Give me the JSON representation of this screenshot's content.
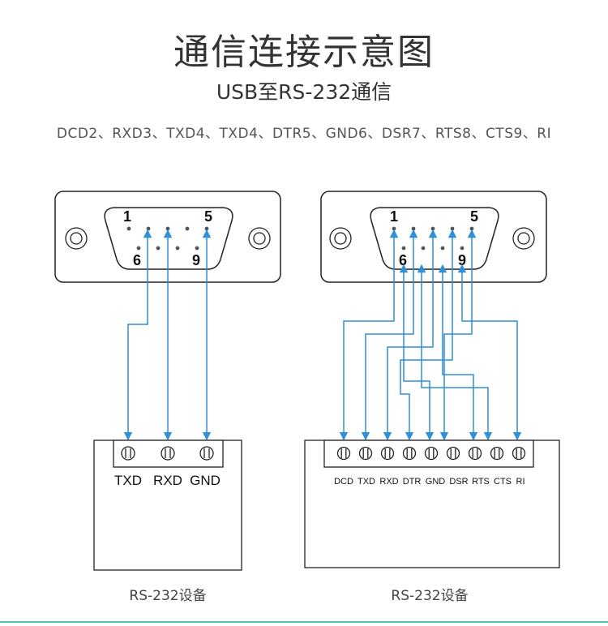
{
  "title": "通信连接示意图",
  "subtitle": "USB至RS-232通信",
  "pins_list": "DCD2、RXD3、TXD4、TXD4、DTR5、GND6、DSR7、RTS8、CTS9、RI",
  "left": {
    "pin_top_left": "1",
    "pin_top_right": "5",
    "pin_bottom_left": "6",
    "pin_bottom_right": "9",
    "terminals": [
      "TXD",
      "RXD",
      "GND"
    ],
    "device_label": "RS-232设备"
  },
  "right": {
    "pin_top_left": "1",
    "pin_top_right": "5",
    "pin_bottom_left": "6",
    "pin_bottom_right": "9",
    "terminals": [
      "DCD",
      "TXD",
      "RXD",
      "DTR",
      "GND",
      "DSR",
      "RTS",
      "CTS",
      "RI"
    ],
    "device_label": "RS-232设备"
  },
  "colors": {
    "wire": "#2f8fd8",
    "outline": "#222222",
    "accent_line": "#4cc7a8"
  }
}
